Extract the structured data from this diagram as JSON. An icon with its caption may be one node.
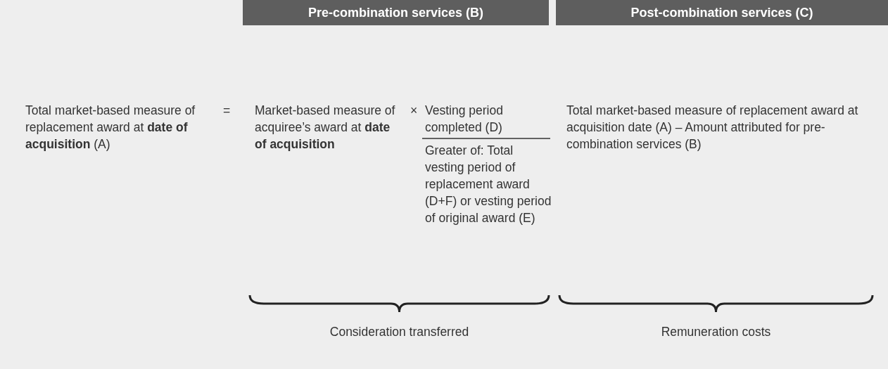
{
  "diagram": {
    "nodes": [
      {
        "text": [
          "Pre-combination services (B)"
        ]
      },
      {
        "text": [
          "Post-combination services (C)"
        ]
      }
    ],
    "labels": [
      "Total market-based measure of replacement award at **date of acquisition** (A)",
      "=",
      "Market-based measure of acquiree’s award at **date of acquisition**",
      "×",
      "Vesting period completed (D)",
      "Greater of: Total vesting period of replacement award (D+F) or vesting period of original award (E)",
      "Total market-based measure of replacement award at acquisition date (A) – Amount attributed for pre-combination services (B)",
      "Consideration transferred",
      "Remuneration costs"
    ]
  }
}
